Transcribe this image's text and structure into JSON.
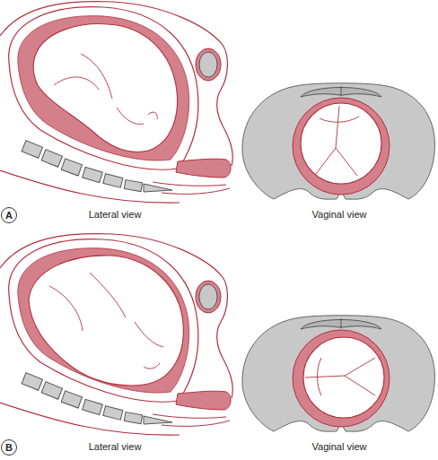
{
  "diagram": {
    "nodes": [
      {
        "text": [
          "A"
        ]
      },
      {
        "text": [
          "B"
        ]
      }
    ],
    "labels": [
      "Lateral view",
      "Vaginal view",
      "Lateral view",
      "Vaginal view"
    ]
  }
}
